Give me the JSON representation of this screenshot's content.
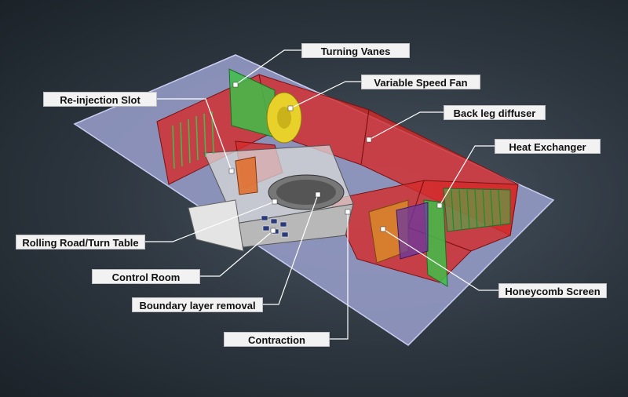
{
  "labels": {
    "turning_vanes": "Turning Vanes",
    "variable_speed_fan": "Variable Speed Fan",
    "reinjection_slot": "Re-injection Slot",
    "back_leg_diffuser": "Back leg diffuser",
    "heat_exchanger": "Heat Exchanger",
    "rolling_road": "Rolling Road/Turn Table",
    "control_room": "Control Room",
    "honeycomb_screen": "Honeycomb Screen",
    "boundary_layer_removal": "Boundary layer removal",
    "contraction": "Contraction"
  },
  "colors": {
    "duct": "#d42a2a",
    "platform": "#9aa0cc",
    "vanes": "#3fbf4a",
    "fan": "#e8d12a",
    "screen": "#d98a2a",
    "label_bg": "#f2f2f2",
    "leader": "#ffffff"
  }
}
